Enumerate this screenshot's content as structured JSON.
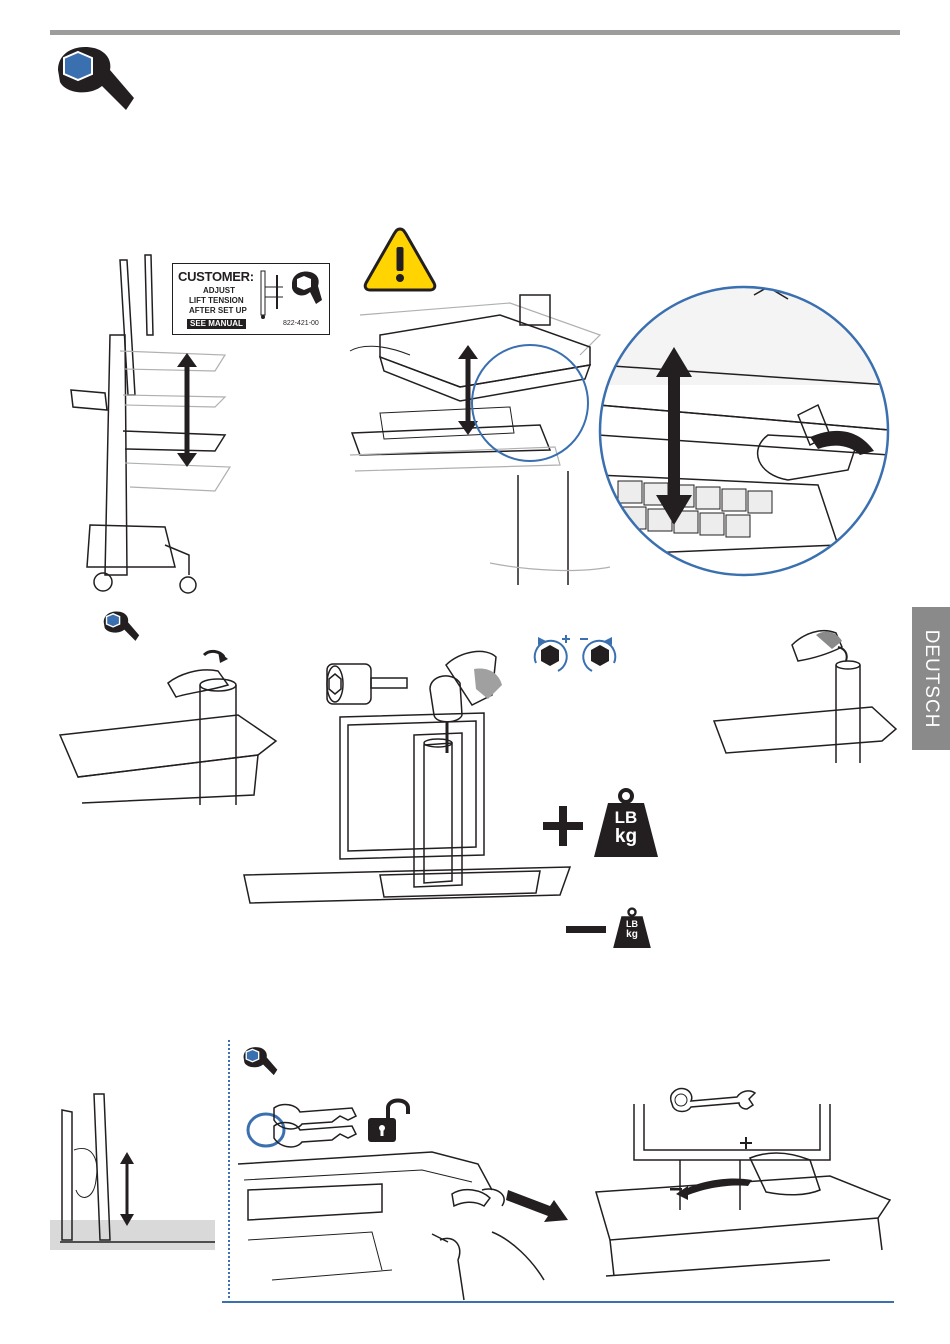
{
  "side_tab": {
    "label": "DEUTSCH"
  },
  "customer_label": {
    "title": "CUSTOMER:",
    "line1": "ADJUST",
    "line2": "LIFT TENSION",
    "line3": "AFTER SET UP",
    "see_manual": "SEE MANUAL",
    "part_number": "822-421-00"
  },
  "weight_icons": {
    "lb": "LB",
    "kg": "kg"
  },
  "icons": [
    "ergotron-hand-icon",
    "warning-icon",
    "key-icon",
    "unlock-icon",
    "wrench-icon",
    "hex-socket-icon",
    "drill-icon",
    "weight-icon",
    "plus-icon",
    "minus-icon",
    "rotate-clockwise-icon",
    "rotate-counterclockwise-icon"
  ],
  "colors": {
    "accent_blue": "#3a6fb0",
    "warning_yellow": "#ffd400",
    "tab_gray": "#8a8a8a",
    "rule_gray": "#9d9d9c"
  }
}
